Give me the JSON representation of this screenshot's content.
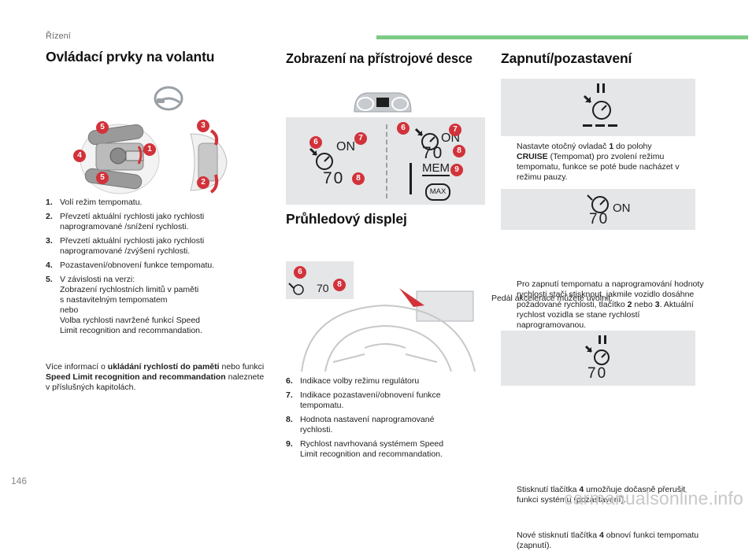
{
  "header": {
    "section": "Řízení"
  },
  "page_number": "146",
  "watermark": "carmanualsonline.info",
  "col1": {
    "title": "Ovládací prvky na volantu",
    "badges": [
      "5",
      "3",
      "1",
      "4",
      "5",
      "2"
    ],
    "items": [
      {
        "num": "1.",
        "lines": [
          "Volí režim tempomatu."
        ]
      },
      {
        "num": "2.",
        "lines": [
          "Převzetí aktuální rychlosti jako rychlosti",
          "naprogramované /snížení rychlosti."
        ]
      },
      {
        "num": "3.",
        "lines": [
          "Převzetí aktuální rychlosti jako rychlosti",
          "naprogramované /zvýšení rychlosti."
        ]
      },
      {
        "num": "4.",
        "lines": [
          "Pozastavení/obnovení funkce tempomatu."
        ]
      },
      {
        "num": "5.",
        "lines": [
          "V závislosti na verzi:",
          "Zobrazení rychlostních limitů v paměti",
          "s nastavitelným tempomatem",
          "nebo",
          "Volba rychlosti navržené funkcí Speed",
          "Limit recognition and recommandation."
        ]
      }
    ],
    "more_info": {
      "prefix": "Více informací o ",
      "b1": "ukládání rychlostí do paměti",
      "mid1": " nebo funkci ",
      "b2": "Speed Limit recognition and recommandation",
      "suffix": " naleznete v příslušných kapitolách."
    }
  },
  "col2": {
    "title1": "Zobrazení na přístrojové desce",
    "title2": "Průhledový displej",
    "display": {
      "on_text": "ON",
      "speed": "70",
      "mem": "MEM",
      "max": "MAX",
      "badges_left": [
        "6",
        "7",
        "8"
      ],
      "badges_right": [
        "6",
        "7",
        "8",
        "9"
      ]
    },
    "hud": {
      "speed": "70",
      "badges": [
        "6",
        "8"
      ]
    },
    "items": [
      {
        "num": "6.",
        "lines": [
          "Indikace volby režimu regulátoru"
        ]
      },
      {
        "num": "7.",
        "lines": [
          "Indikace pozastavení/obnovení funkce",
          "tempomatu."
        ]
      },
      {
        "num": "8.",
        "lines": [
          "Hodnota nastavení naprogramované",
          "rychlosti."
        ]
      },
      {
        "num": "9.",
        "lines": [
          "Rychlost navrhovaná systémem Speed",
          "Limit recognition and recommandation."
        ]
      }
    ]
  },
  "col3": {
    "title": "Zapnutí/pozastavení",
    "marker": "",
    "panel2": {
      "on_text": "ON",
      "speed": "70"
    },
    "panel3": {
      "speed": "70"
    },
    "b1": {
      "pre": "Nastavte otočný ovladač ",
      "bold1": "1",
      "mid": " do polohy",
      "bold2": "CRUISE",
      "post": " (Tempomat) pro zvolení režimu tempomatu, funkce se poté bude nacházet v režimu pauzy."
    },
    "b2": {
      "pre": "Pro zapnutí tempomatu a naprogramování hodnoty rychlosti stačí stisknout, jakmile vozidlo dosáhne požadované rychlosti, tlačítko ",
      "bold1": "2",
      "mid": " nebo ",
      "bold2": "3",
      "post": ". Aktuální rychlost vozidla se stane rychlostí naprogramovanou."
    },
    "b2_tail": "Pedál akcelerace můžete uvolnit.",
    "b3": {
      "pre": "Stisknutí tlačítka ",
      "bold1": "4",
      "post": " umožňuje dočasně přerušit funkci systému (pozastavení)."
    },
    "b4": {
      "pre": "Nové stisknutí tlačítka ",
      "bold1": "4",
      "post": " obnoví funkci tempomatu (zapnutí)."
    }
  },
  "colors": {
    "accent_green": "#7ecb86",
    "badge_red": "#d2323a",
    "panel_grey": "#e4e6e8"
  }
}
